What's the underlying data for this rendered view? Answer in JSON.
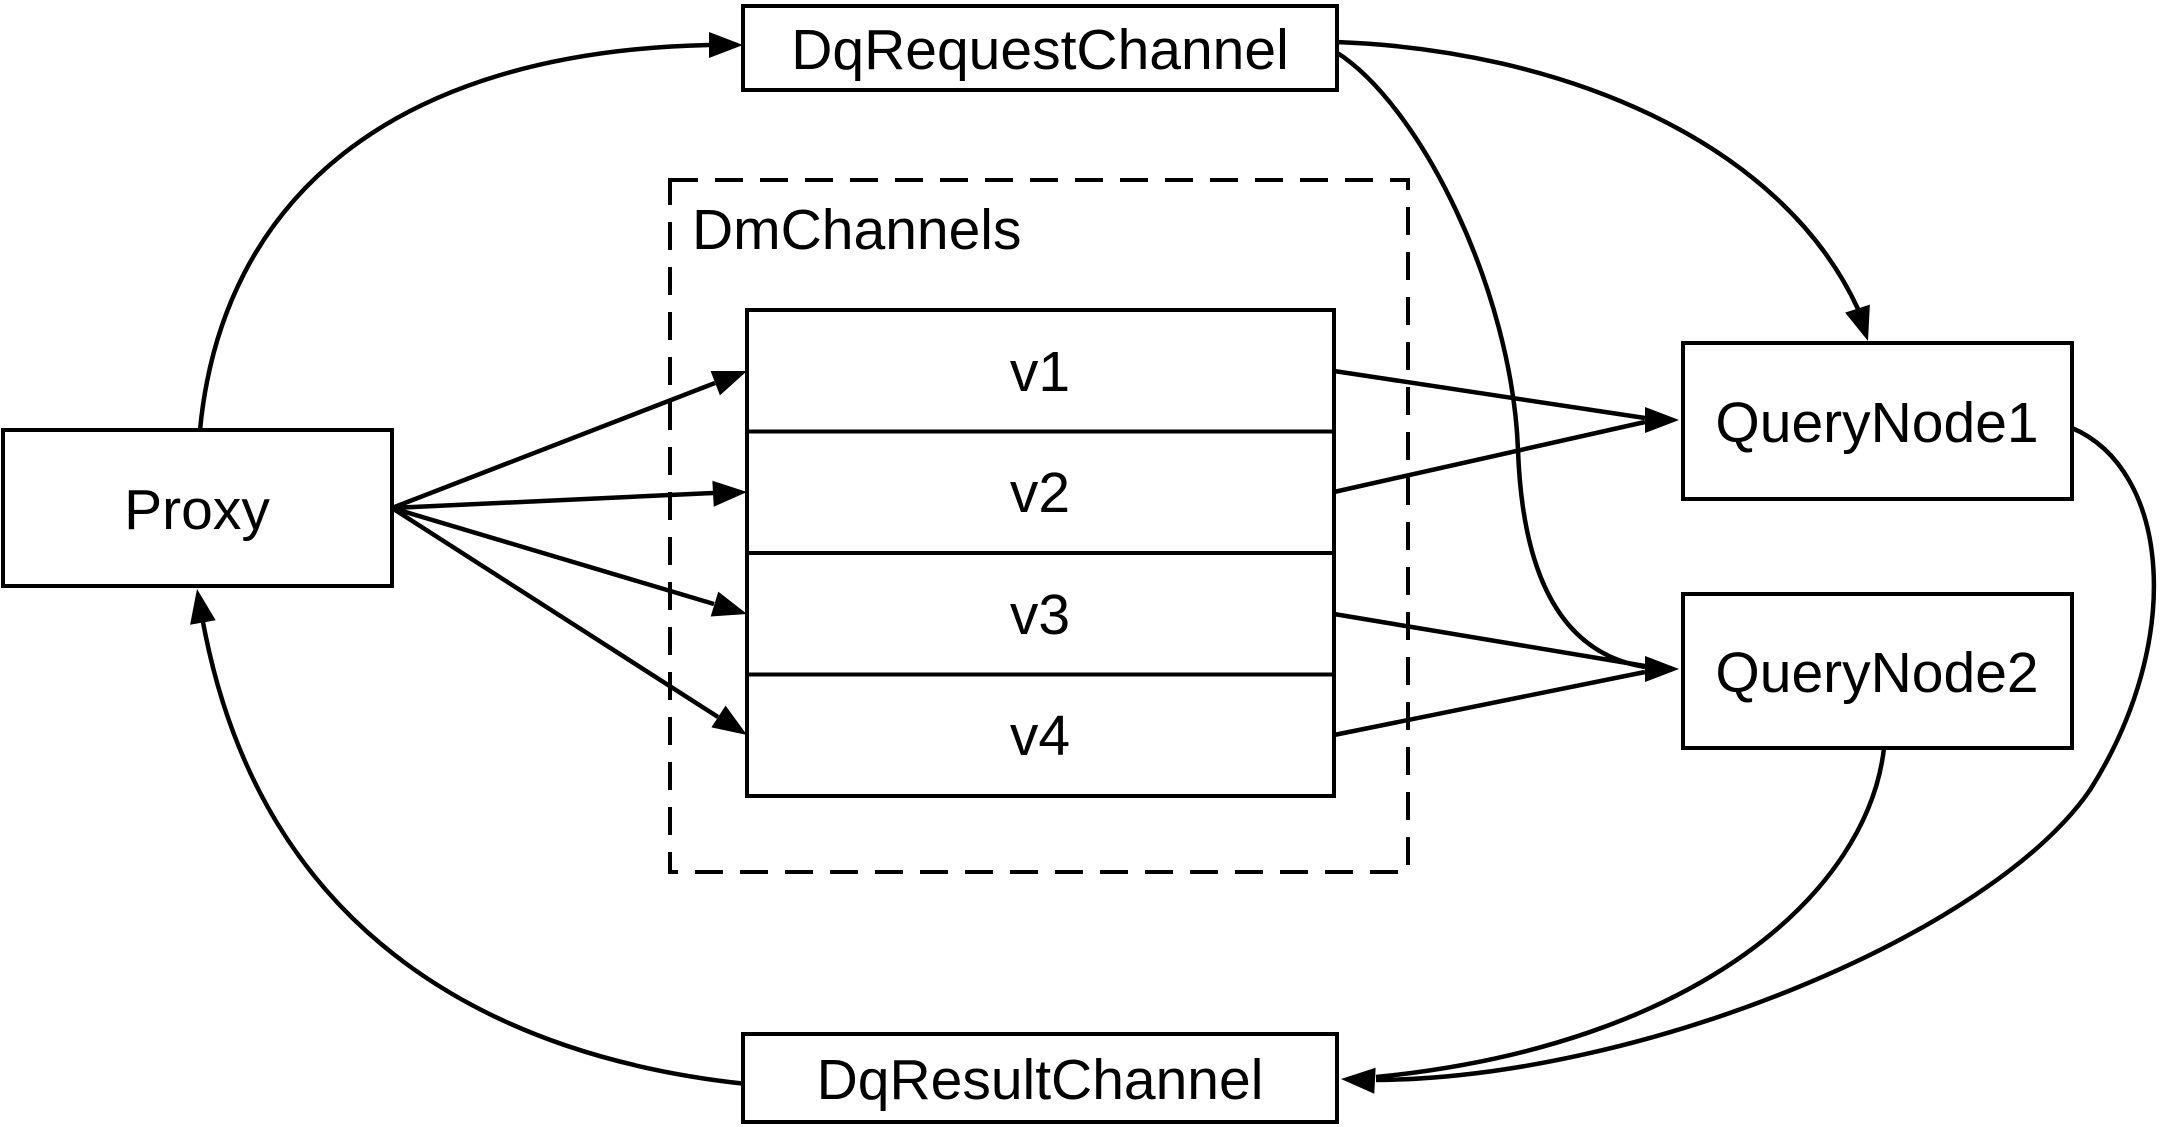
{
  "diagram": {
    "background_color": "#ffffff",
    "line_color": "#000000",
    "nodes": {
      "proxy": {
        "label": "Proxy"
      },
      "dq_request_channel": {
        "label": "DqRequestChannel"
      },
      "dm_channels_group": {
        "label": "DmChannels"
      },
      "channels": [
        {
          "label": "v1"
        },
        {
          "label": "v2"
        },
        {
          "label": "v3"
        },
        {
          "label": "v4"
        }
      ],
      "query_node_1": {
        "label": "QueryNode1"
      },
      "query_node_2": {
        "label": "QueryNode2"
      },
      "dq_result_channel": {
        "label": "DqResultChannel"
      }
    },
    "edges": [
      {
        "from": "Proxy",
        "to": "DqRequestChannel"
      },
      {
        "from": "DqRequestChannel",
        "to": "QueryNode1"
      },
      {
        "from": "DqRequestChannel",
        "to": "QueryNode2"
      },
      {
        "from": "Proxy",
        "to": "v1"
      },
      {
        "from": "Proxy",
        "to": "v2"
      },
      {
        "from": "Proxy",
        "to": "v3"
      },
      {
        "from": "Proxy",
        "to": "v4"
      },
      {
        "from": "v1",
        "to": "QueryNode1"
      },
      {
        "from": "v2",
        "to": "QueryNode1"
      },
      {
        "from": "v3",
        "to": "QueryNode2"
      },
      {
        "from": "v4",
        "to": "QueryNode2"
      },
      {
        "from": "QueryNode1",
        "to": "DqResultChannel"
      },
      {
        "from": "QueryNode2",
        "to": "DqResultChannel"
      },
      {
        "from": "DqResultChannel",
        "to": "Proxy"
      }
    ]
  }
}
